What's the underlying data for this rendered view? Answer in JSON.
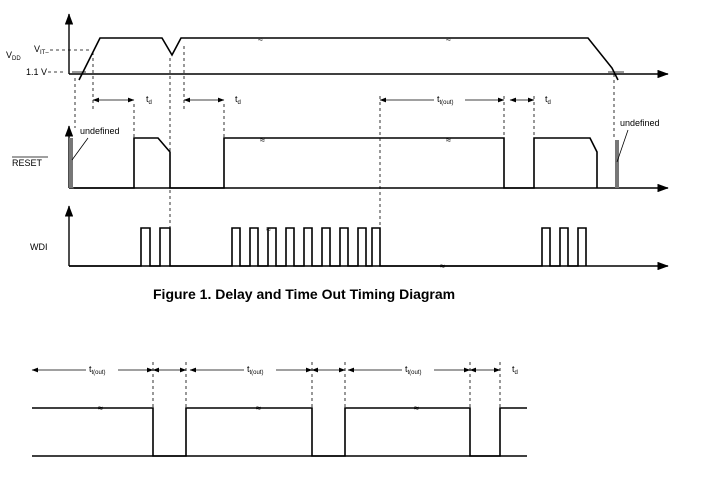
{
  "figure1": {
    "caption": "Figure 1.  Delay and Time Out Timing Diagram",
    "vdd_label_main": "V",
    "vdd_label_sub": "DD",
    "vit_label_main": "V",
    "vit_label_sub": "IT–",
    "v11_label": "1.1 V",
    "reset_label": "RESET",
    "wdi_label": "WDI",
    "undefined_left": "undefined",
    "undefined_right": "undefined",
    "td_main": "t",
    "td_sub": "d",
    "tout_main": "t",
    "tout_sub": "t(out)",
    "break_mark": "≈"
  },
  "figure2": {
    "tout_main": "t",
    "tout_sub": "t(out)",
    "td_main": "t",
    "td_sub": "d"
  }
}
